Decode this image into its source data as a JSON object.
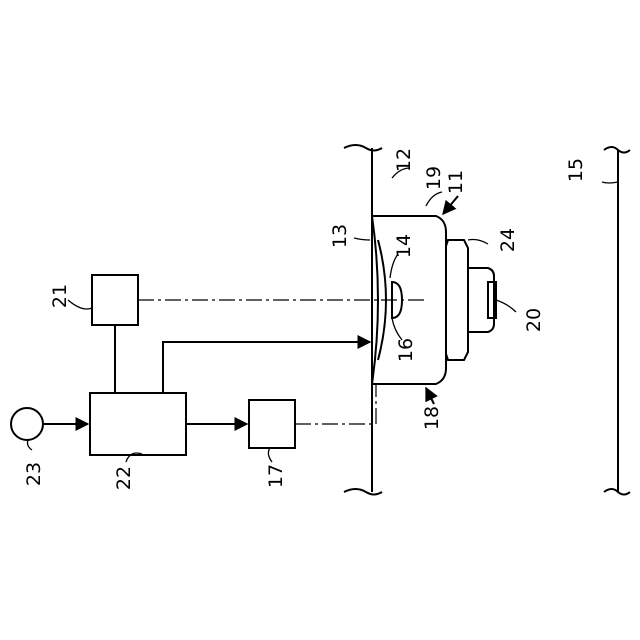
{
  "labels": {
    "n11": "11",
    "n12": "12",
    "n13": "13",
    "n14": "14",
    "n15": "15",
    "n16": "16",
    "n17": "17",
    "n18": "18",
    "n19": "19",
    "n20": "20",
    "n21": "21",
    "n22": "22",
    "n23": "23",
    "n24": "24"
  }
}
